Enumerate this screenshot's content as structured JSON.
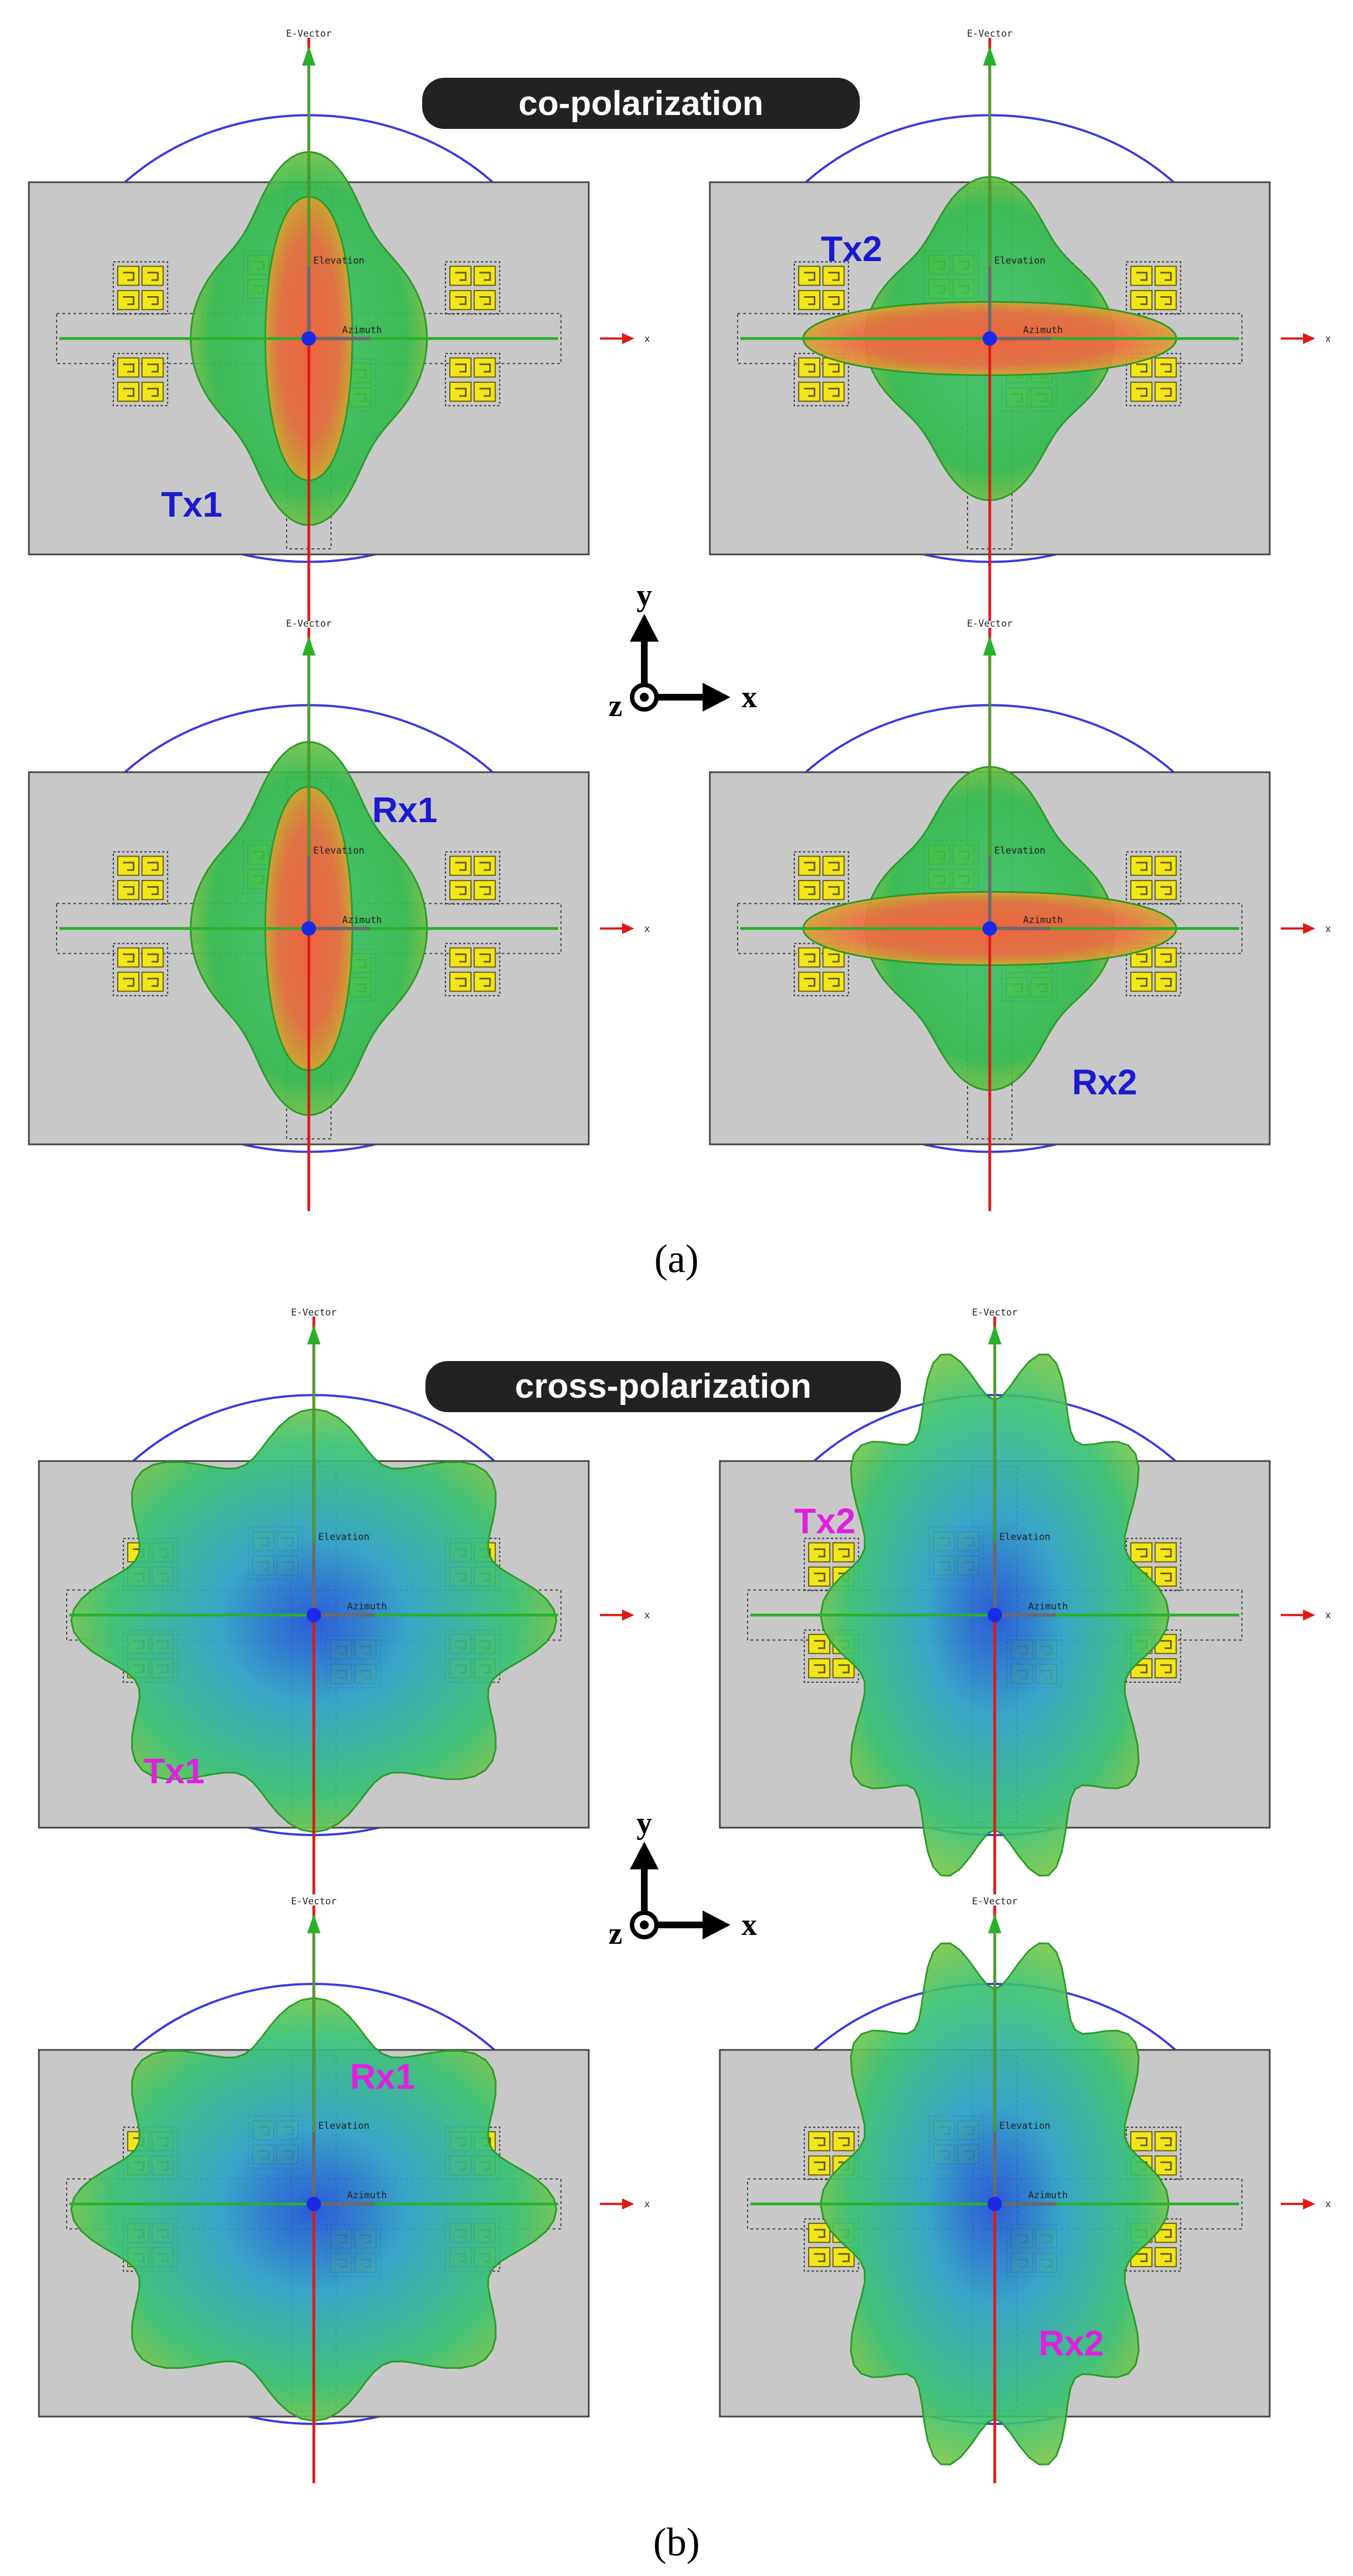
{
  "sections": [
    {
      "title": "co-polarization",
      "caption": "(a)",
      "panels": [
        {
          "label": "Tx1",
          "label_color": "#1a1ad0"
        },
        {
          "label": "Tx2",
          "label_color": "#1a1ad0"
        },
        {
          "label": "Rx1",
          "label_color": "#1a1ad0"
        },
        {
          "label": "Rx2",
          "label_color": "#1a1ad0"
        }
      ]
    },
    {
      "title": "cross-polarization",
      "caption": "(b)",
      "panels": [
        {
          "label": "Tx1",
          "label_color": "#e020e0"
        },
        {
          "label": "Tx2",
          "label_color": "#e020e0"
        },
        {
          "label": "Rx1",
          "label_color": "#e020e0"
        },
        {
          "label": "Rx2",
          "label_color": "#e020e0"
        }
      ]
    }
  ],
  "panel_text": {
    "e_vector": "E-Vector",
    "x_axis": "x",
    "elevation": "Elevation",
    "azimuth": "Azimuth"
  },
  "axes_icon": {
    "y": "y",
    "x": "x",
    "z": "z"
  },
  "colors": {
    "board": "#c8c8c8",
    "patch": "#f2e51a",
    "e_vector_axis": "#2ab02a",
    "red_axis": "#e01818",
    "circle": "#3a3ae0",
    "title_bg": "#222222"
  }
}
